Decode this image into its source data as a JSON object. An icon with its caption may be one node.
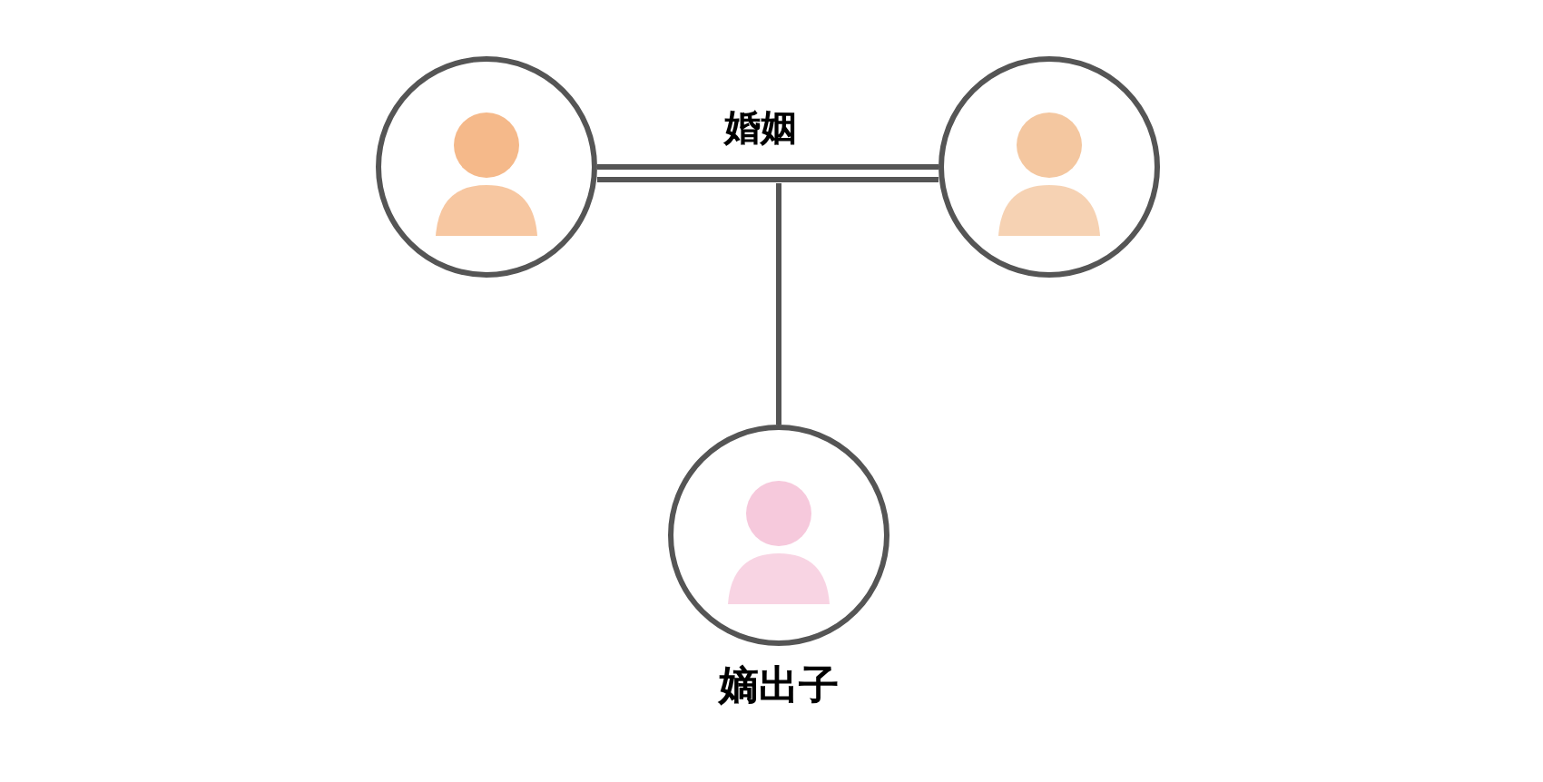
{
  "diagram": {
    "nodes": [
      {
        "text": [],
        "shape": "picture"
      },
      {
        "text": [],
        "shape": "picture"
      },
      {
        "text": [],
        "shape": "picture",
        "beside": [
          "嫡出子"
        ]
      }
    ],
    "edges": [
      {
        "from": 0,
        "to": 1,
        "arrow": "none",
        "label": "婚姻"
      },
      {
        "from": null,
        "to": 2,
        "arrow": "none"
      }
    ]
  }
}
